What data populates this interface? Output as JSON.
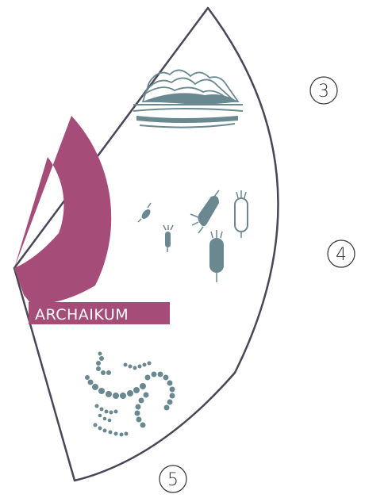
{
  "era": {
    "name": "ARCHAIKUM",
    "band_color": "#a64c78"
  },
  "markers": [
    {
      "id": "marker-3",
      "label": "3"
    },
    {
      "id": "marker-4",
      "label": "4"
    },
    {
      "id": "marker-5",
      "label": "5"
    }
  ],
  "colors": {
    "outline": "#4a4658",
    "illustration": "#6a8890",
    "background": "#ffffff"
  },
  "icons": {
    "top": "stromatolite-layers-icon",
    "middle": "single-cell-microbes-icon",
    "bottom": "chain-bacteria-icon"
  }
}
